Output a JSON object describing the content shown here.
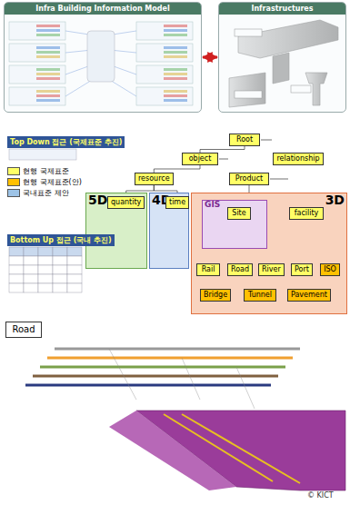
{
  "diagram": {
    "nodes": [
      {
        "text": [
          "Infra Building Information Model"
        ]
      },
      {
        "text": [
          "Infrastructures"
        ]
      },
      {
        "text": [
          "Root"
        ]
      },
      {
        "text": [
          "object"
        ]
      },
      {
        "text": [
          "relationship"
        ]
      },
      {
        "text": [
          "resource"
        ]
      },
      {
        "text": [
          "Product"
        ]
      },
      {
        "text": [
          "5D"
        ]
      },
      {
        "text": [
          "quantity"
        ],
        "in": 7
      },
      {
        "text": [
          "4D"
        ]
      },
      {
        "text": [
          "time"
        ],
        "in": 9
      },
      {
        "text": [
          "3D"
        ]
      },
      {
        "text": [
          "GIS"
        ],
        "in": 11
      },
      {
        "text": [
          "Site"
        ],
        "in": 12
      },
      {
        "text": [
          "facility"
        ],
        "in": 11
      },
      {
        "text": [
          "Rail"
        ],
        "in": 11
      },
      {
        "text": [
          "Road"
        ],
        "in": 11
      },
      {
        "text": [
          "River"
        ],
        "in": 11
      },
      {
        "text": [
          "Port"
        ],
        "in": 11
      },
      {
        "text": [
          "ISO"
        ],
        "in": 11
      },
      {
        "text": [
          "Bridge"
        ],
        "in": 11
      },
      {
        "text": [
          "Tunnel"
        ],
        "in": 11
      },
      {
        "text": [
          "Pavement"
        ],
        "in": 11
      },
      {
        "text": [
          "Road"
        ]
      }
    ],
    "edges": [
      {
        "from": 0,
        "to": 1,
        "arrow": "both"
      },
      {
        "from": 2,
        "to": 3,
        "arrow": "none"
      },
      {
        "from": 2,
        "to": 4,
        "arrow": "none"
      },
      {
        "from": 3,
        "to": 5,
        "arrow": "none"
      },
      {
        "from": 3,
        "to": 6,
        "arrow": "none"
      },
      {
        "from": 5,
        "to": 8,
        "arrow": "none"
      },
      {
        "from": 5,
        "to": 10,
        "arrow": "none"
      },
      {
        "from": 6,
        "to": 13,
        "arrow": "none"
      },
      {
        "from": 6,
        "to": 14,
        "arrow": "none"
      },
      {
        "from": 14,
        "to": 15,
        "arrow": "none"
      },
      {
        "from": 14,
        "to": 16,
        "arrow": "none"
      },
      {
        "from": 14,
        "to": 17,
        "arrow": "none"
      },
      {
        "from": 14,
        "to": 18,
        "arrow": "none"
      },
      {
        "from": 14,
        "to": 19,
        "arrow": "none"
      },
      {
        "from": 16,
        "to": 20,
        "arrow": "none"
      },
      {
        "from": 16,
        "to": 21,
        "arrow": "none"
      },
      {
        "from": 16,
        "to": 22,
        "arrow": "none"
      }
    ],
    "labels": [
      "Top Down 접근 (국제표준 추진)",
      "Bottom Up 접근 (국내 추진)",
      "© KICT"
    ],
    "legend": [
      {
        "text": "현행 국제표준",
        "color": "#ffff66"
      },
      {
        "text": "현행 국제표준(안)",
        "color": "#ffc000"
      },
      {
        "text": "국내표준 제안",
        "color": "#9dc3e6"
      }
    ]
  }
}
